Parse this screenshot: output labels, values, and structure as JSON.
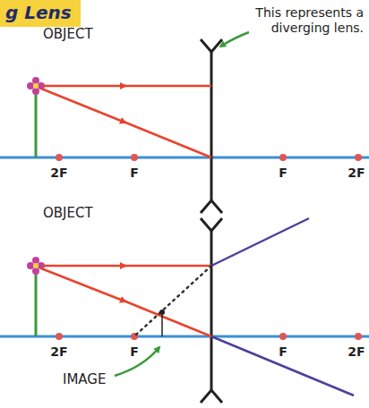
{
  "diagram": {
    "title": "g Lens",
    "labels": [
      "This represents a diverging lens.",
      "OBJECT",
      "2F",
      "F",
      "F",
      "2F",
      "OBJECT",
      "2F",
      "F",
      "F",
      "2F",
      "IMAGE"
    ]
  }
}
